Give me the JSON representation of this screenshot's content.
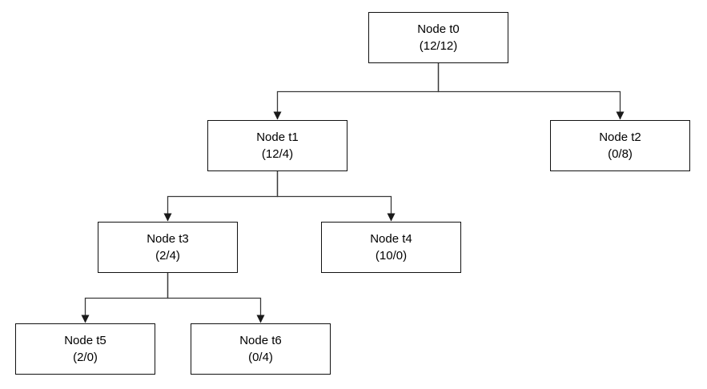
{
  "diagram": {
    "type": "tree",
    "background_color": "#ffffff",
    "node_fill_color": "#ffffff",
    "node_border_color": "#111111",
    "connector_color": "#3a3a3a",
    "text_color": "#000000",
    "nodes": [
      {
        "id": "t0",
        "label": "Node t0",
        "value": "(12/12)"
      },
      {
        "id": "t1",
        "label": "Node t1",
        "value": "(12/4)"
      },
      {
        "id": "t2",
        "label": "Node t2",
        "value": "(0/8)"
      },
      {
        "id": "t3",
        "label": "Node t3",
        "value": "(2/4)"
      },
      {
        "id": "t4",
        "label": "Node t4",
        "value": "(10/0)"
      },
      {
        "id": "t5",
        "label": "Node t5",
        "value": "(2/0)"
      },
      {
        "id": "t6",
        "label": "Node t6",
        "value": "(0/4)"
      }
    ],
    "edges": [
      {
        "from": "t0",
        "to": "t1"
      },
      {
        "from": "t0",
        "to": "t2"
      },
      {
        "from": "t1",
        "to": "t3"
      },
      {
        "from": "t1",
        "to": "t4"
      },
      {
        "from": "t3",
        "to": "t5"
      },
      {
        "from": "t3",
        "to": "t6"
      }
    ]
  }
}
